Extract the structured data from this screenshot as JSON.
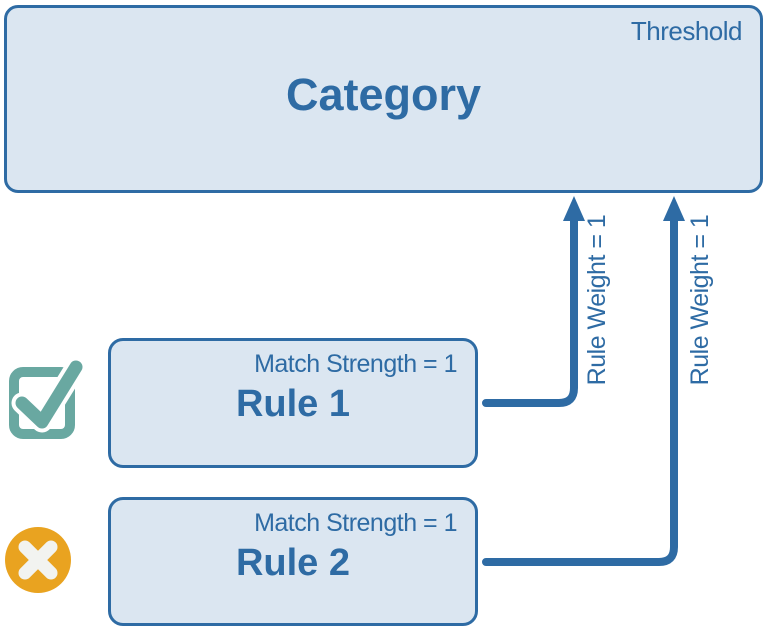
{
  "diagram": {
    "category": {
      "title": "Category",
      "threshold_label": "Threshold"
    },
    "rules": [
      {
        "name": "Rule 1",
        "match_strength": "Match Strength = 1",
        "rule_weight": "Rule Weight = 1",
        "status_icon": "check-icon"
      },
      {
        "name": "Rule 2",
        "match_strength": "Match Strength = 1",
        "rule_weight": "Rule Weight = 1",
        "status_icon": "x-circle-icon"
      }
    ],
    "colors": {
      "primary_blue": "#2E6BA4",
      "box_fill": "#DBE6F1",
      "check_teal": "#69A8A1",
      "cross_orange": "#E9A320",
      "cross_glyph": "#F2F3F0"
    }
  }
}
